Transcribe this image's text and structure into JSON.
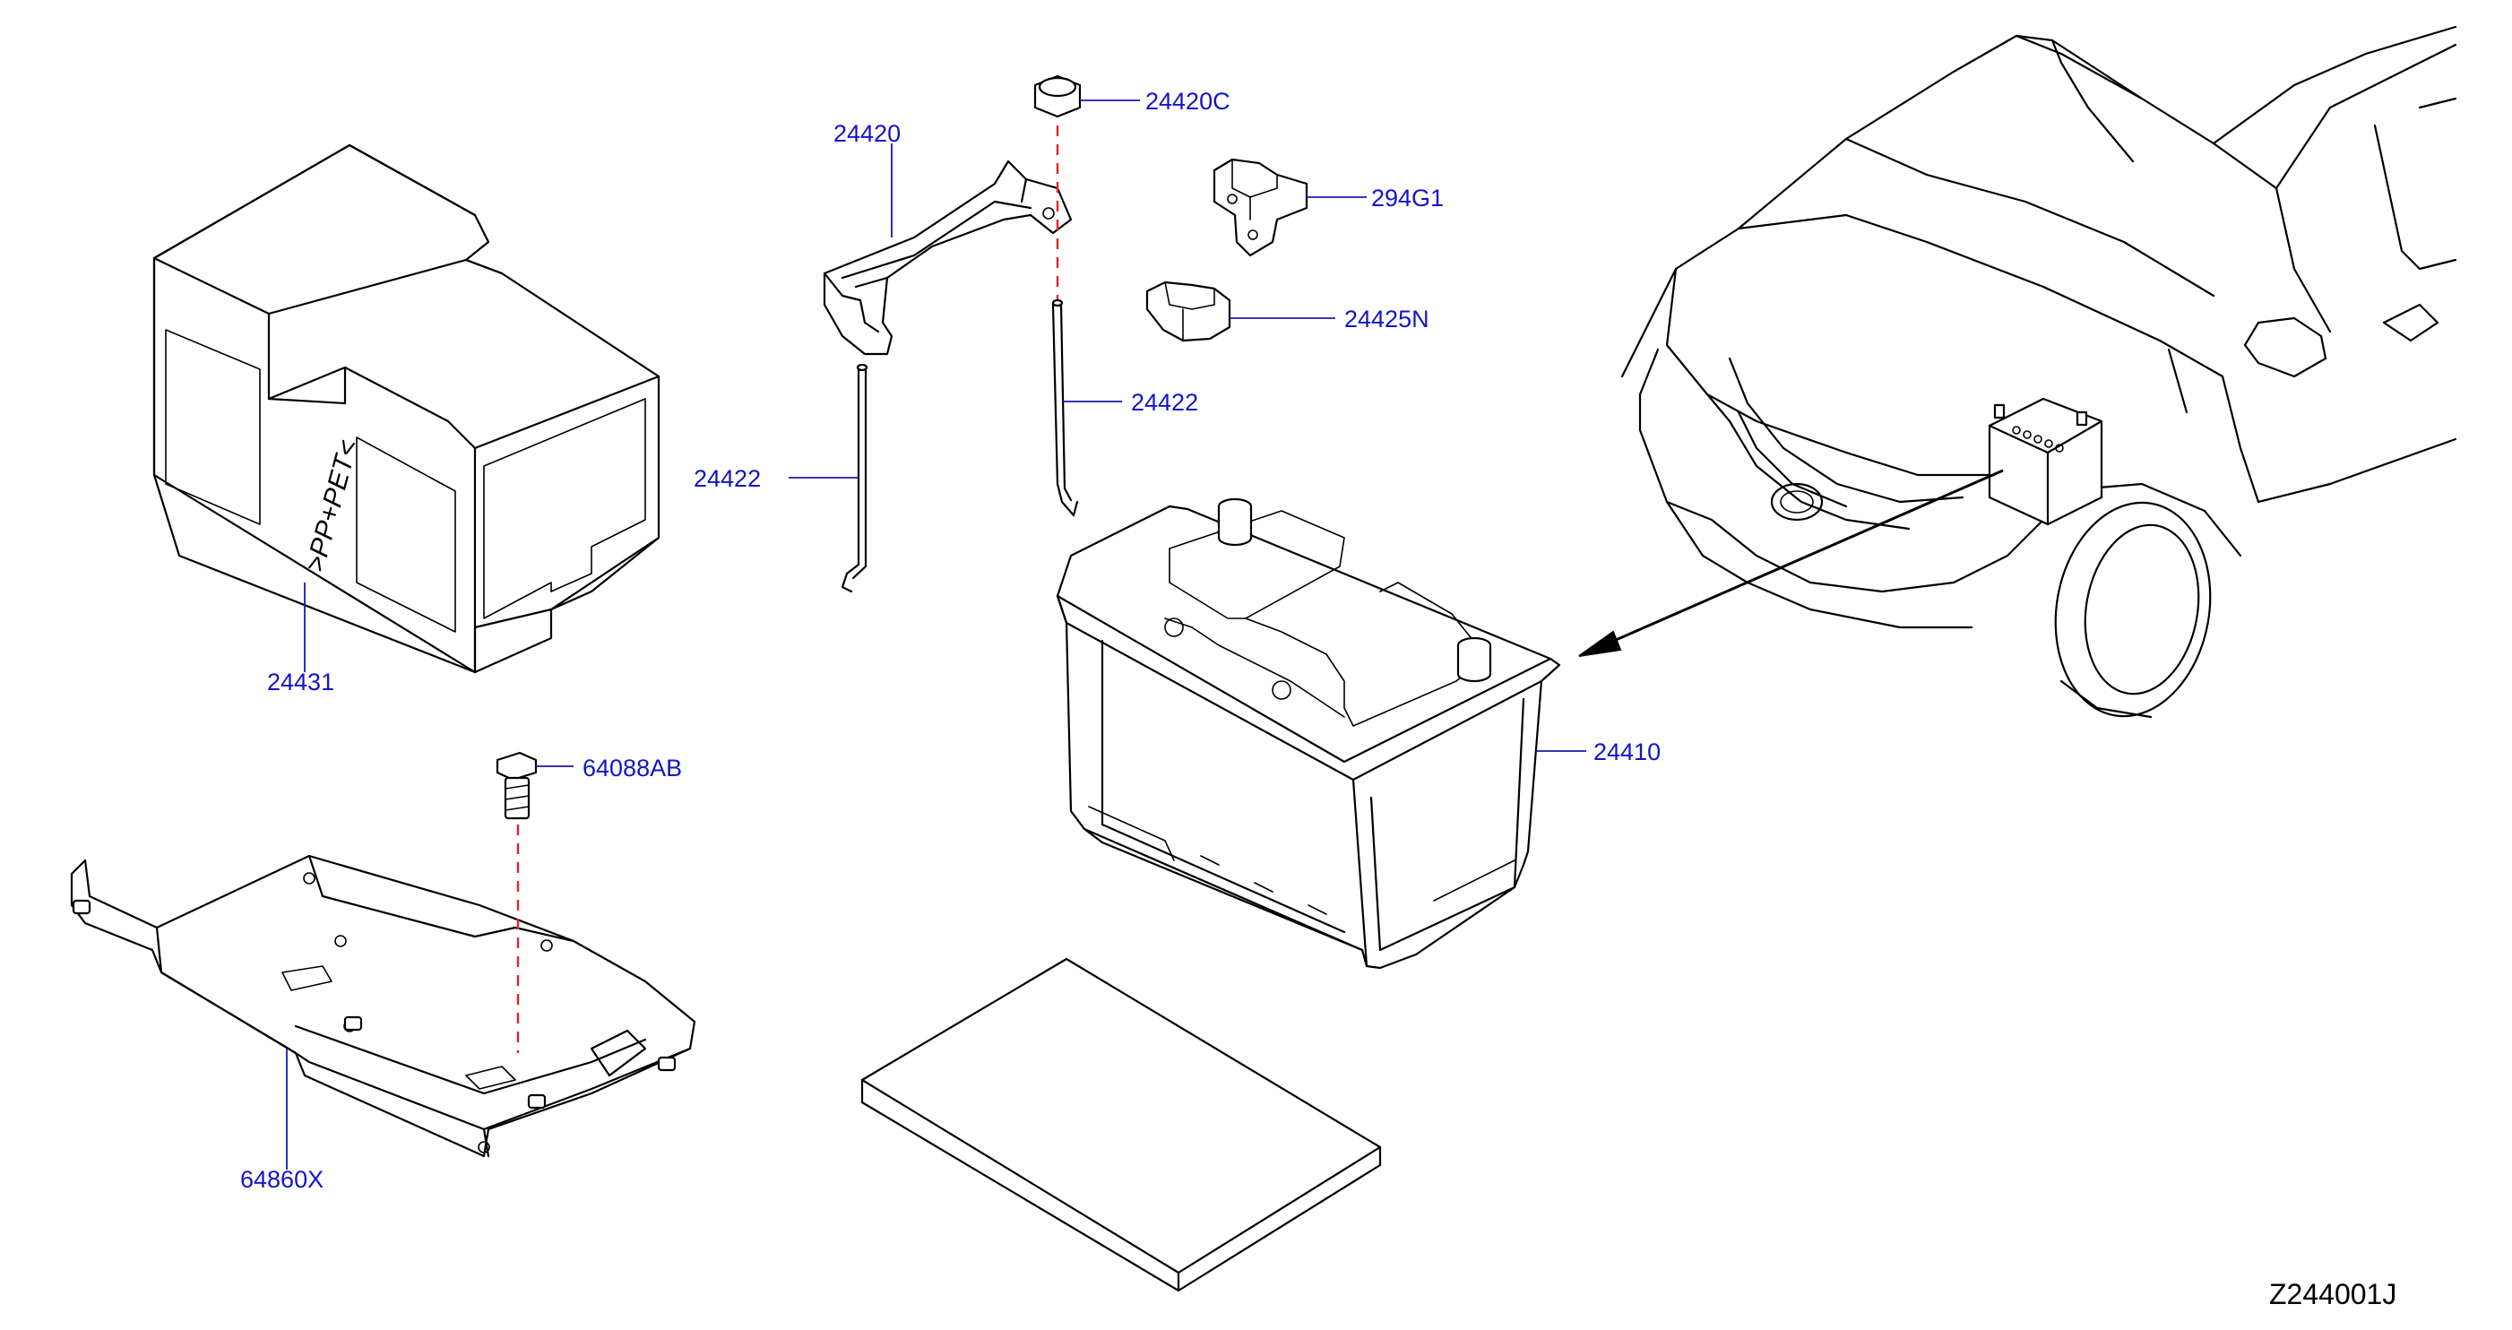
{
  "diagram": {
    "drawing_code": "Z244001J",
    "callouts": [
      {
        "id": "cover",
        "part_no": "24431"
      },
      {
        "id": "tray",
        "part_no": "64860X"
      },
      {
        "id": "tray-bolt",
        "part_no": "64088AB"
      },
      {
        "id": "hold-frame",
        "part_no": "24420"
      },
      {
        "id": "hold-nut",
        "part_no": "24420C"
      },
      {
        "id": "rod-left",
        "part_no": "24422"
      },
      {
        "id": "rod-right",
        "part_no": "24422"
      },
      {
        "id": "sensor",
        "part_no": "294G1"
      },
      {
        "id": "clip",
        "part_no": "24425N"
      },
      {
        "id": "battery",
        "part_no": "24410"
      }
    ],
    "cover_logo": ">PP+PET<"
  }
}
